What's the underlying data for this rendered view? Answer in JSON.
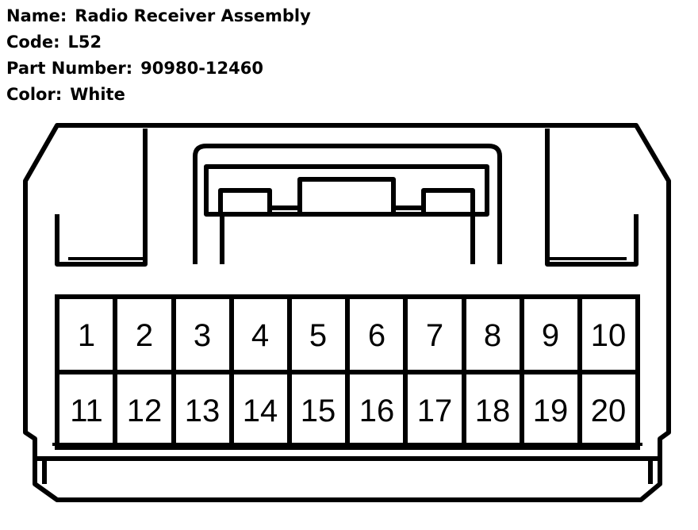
{
  "header": {
    "name_label": "Name:",
    "name_value": "Radio Receiver Assembly",
    "code_label": "Code:",
    "code_value": "L52",
    "part_label": "Part Number:",
    "part_value": "90980-12460",
    "color_label": "Color:",
    "color_value": "White"
  },
  "connector": {
    "pins_top": [
      "1",
      "2",
      "3",
      "4",
      "5",
      "6",
      "7",
      "8",
      "9",
      "10"
    ],
    "pins_bottom": [
      "11",
      "12",
      "13",
      "14",
      "15",
      "16",
      "17",
      "18",
      "19",
      "20"
    ]
  }
}
